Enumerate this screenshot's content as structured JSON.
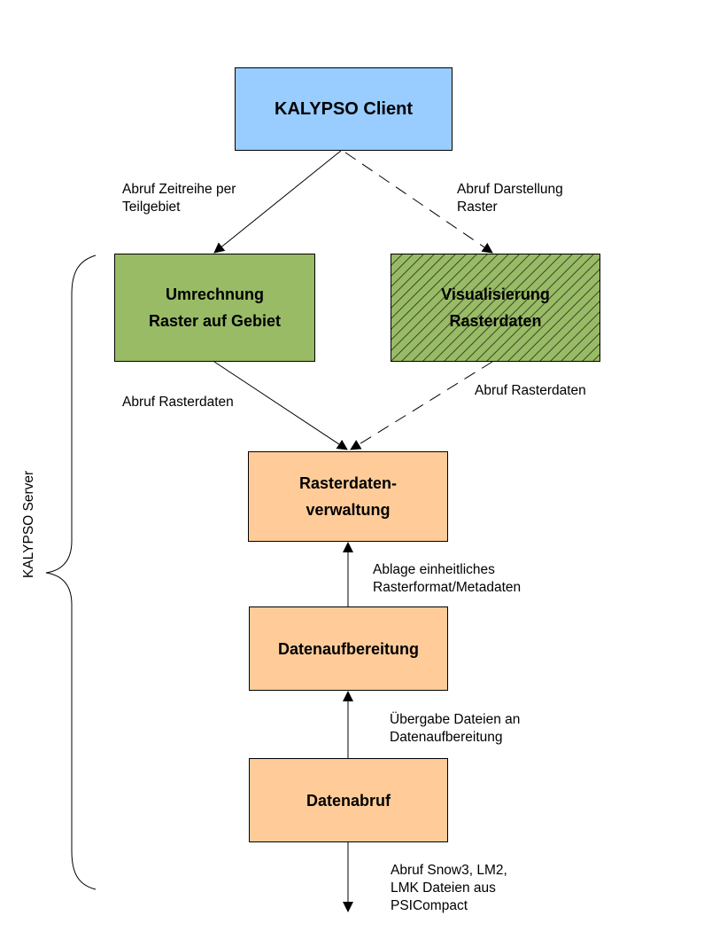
{
  "boxes": {
    "client": "KALYPSO Client",
    "umrechnung": [
      "Umrechnung",
      "Raster auf Gebiet"
    ],
    "visualisierung": [
      "Visualisierung",
      "Rasterdaten"
    ],
    "rasterdatenverwaltung": [
      "Rasterdaten-",
      "verwaltung"
    ],
    "datenaufbereitung": "Datenaufbereitung",
    "datenabruf": "Datenabruf"
  },
  "labels": {
    "abruf_zeitreihe": [
      "Abruf Zeitreihe per",
      "Teilgebiet"
    ],
    "abruf_darstellung": [
      "Abruf Darstellung",
      "Raster"
    ],
    "abruf_rasterdaten_left": "Abruf Rasterdaten",
    "abruf_rasterdaten_right": "Abruf Rasterdaten",
    "ablage": [
      "Ablage einheitliches",
      "Rasterformat/Metadaten"
    ],
    "uebergabe": [
      "Übergabe Dateien an",
      "Datenaufbereitung"
    ],
    "abruf_snow": [
      "Abruf Snow3, LM2,",
      "LMK Dateien aus",
      "PSICompact"
    ]
  },
  "server_label": "KALYPSO Server",
  "colors": {
    "client": "#99ccff",
    "processing": "#99bb66",
    "data": "#ffcc99"
  }
}
